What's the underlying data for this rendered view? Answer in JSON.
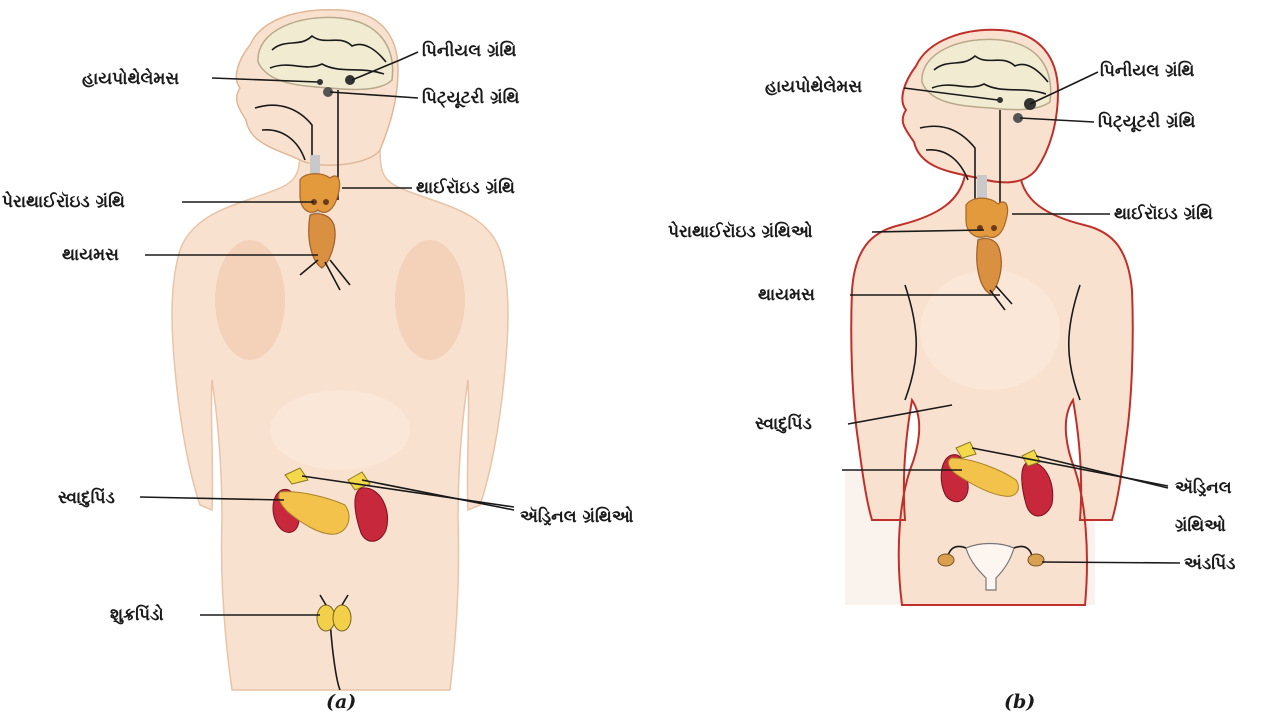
{
  "figure_a": {
    "caption": "(a)",
    "labels": {
      "pineal": "પિનીયલ ગ્રંથિ",
      "hypothalamus": "હાયપોથેલેમસ",
      "pituitary": "પિટ્યૂટરી ગ્રંથિ",
      "thyroid": "થાઈરૉઇડ ગ્રંથિ",
      "parathyroid": "પેરાથાઈરૉઇડ ગ્રંથિ",
      "thymus": "થાયમસ",
      "pancreas": "સ્વાદુપિંડ",
      "adrenal": "ઍડ્રિનલ ગ્રંથિઓ",
      "testes": "શુક્રપિંડો"
    }
  },
  "figure_b": {
    "caption": "(b)",
    "labels": {
      "pineal": "પિનીયલ ગ્રંથિ",
      "hypothalamus": "હાયપોથેલેમસ",
      "pituitary": "પિટ્યૂટરી ગ્રંથિ",
      "thyroid": "થાઈરૉઇડ ગ્રંથિ",
      "parathyroid": "પેરાથાઈરૉઇડ ગ્રંથિઓ",
      "thymus": "થાયમસ",
      "pancreas": "સ્વાદુપિંડ",
      "adrenal_line1": "ઍડ્રિનલ",
      "adrenal_line2": "ગ્રંથિઓ",
      "ovary": "અંડપિંડ"
    }
  },
  "colors": {
    "skin": "#f9e1cf",
    "skin_shade": "#f0c7a8",
    "outline_b": "#c0302a",
    "brain": "#f1ebd2",
    "gland_orange": "#e39a3c",
    "kidney": "#c8283c",
    "pancreas": "#f2c24a"
  }
}
